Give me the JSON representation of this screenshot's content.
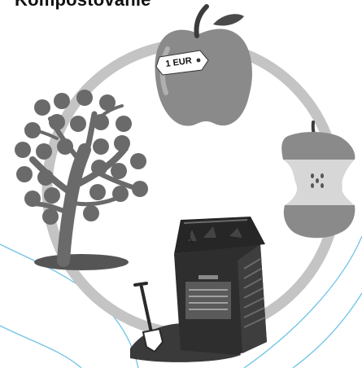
{
  "diagram": {
    "title": "Kompostovanie",
    "price_tag": "1 EUR",
    "stages": [
      "tree",
      "apple",
      "apple-core",
      "compost-bin"
    ]
  },
  "colors": {
    "cycle_ring": "#c4c4c4",
    "apple": "#8a8a8a",
    "apple_dark": "#5e5e5e",
    "tree_trunk": "#6a6a6a",
    "soil": "#4a4a4a",
    "compost_bin": "#2e2e2e",
    "accent_lines": "#6fc3e6"
  }
}
